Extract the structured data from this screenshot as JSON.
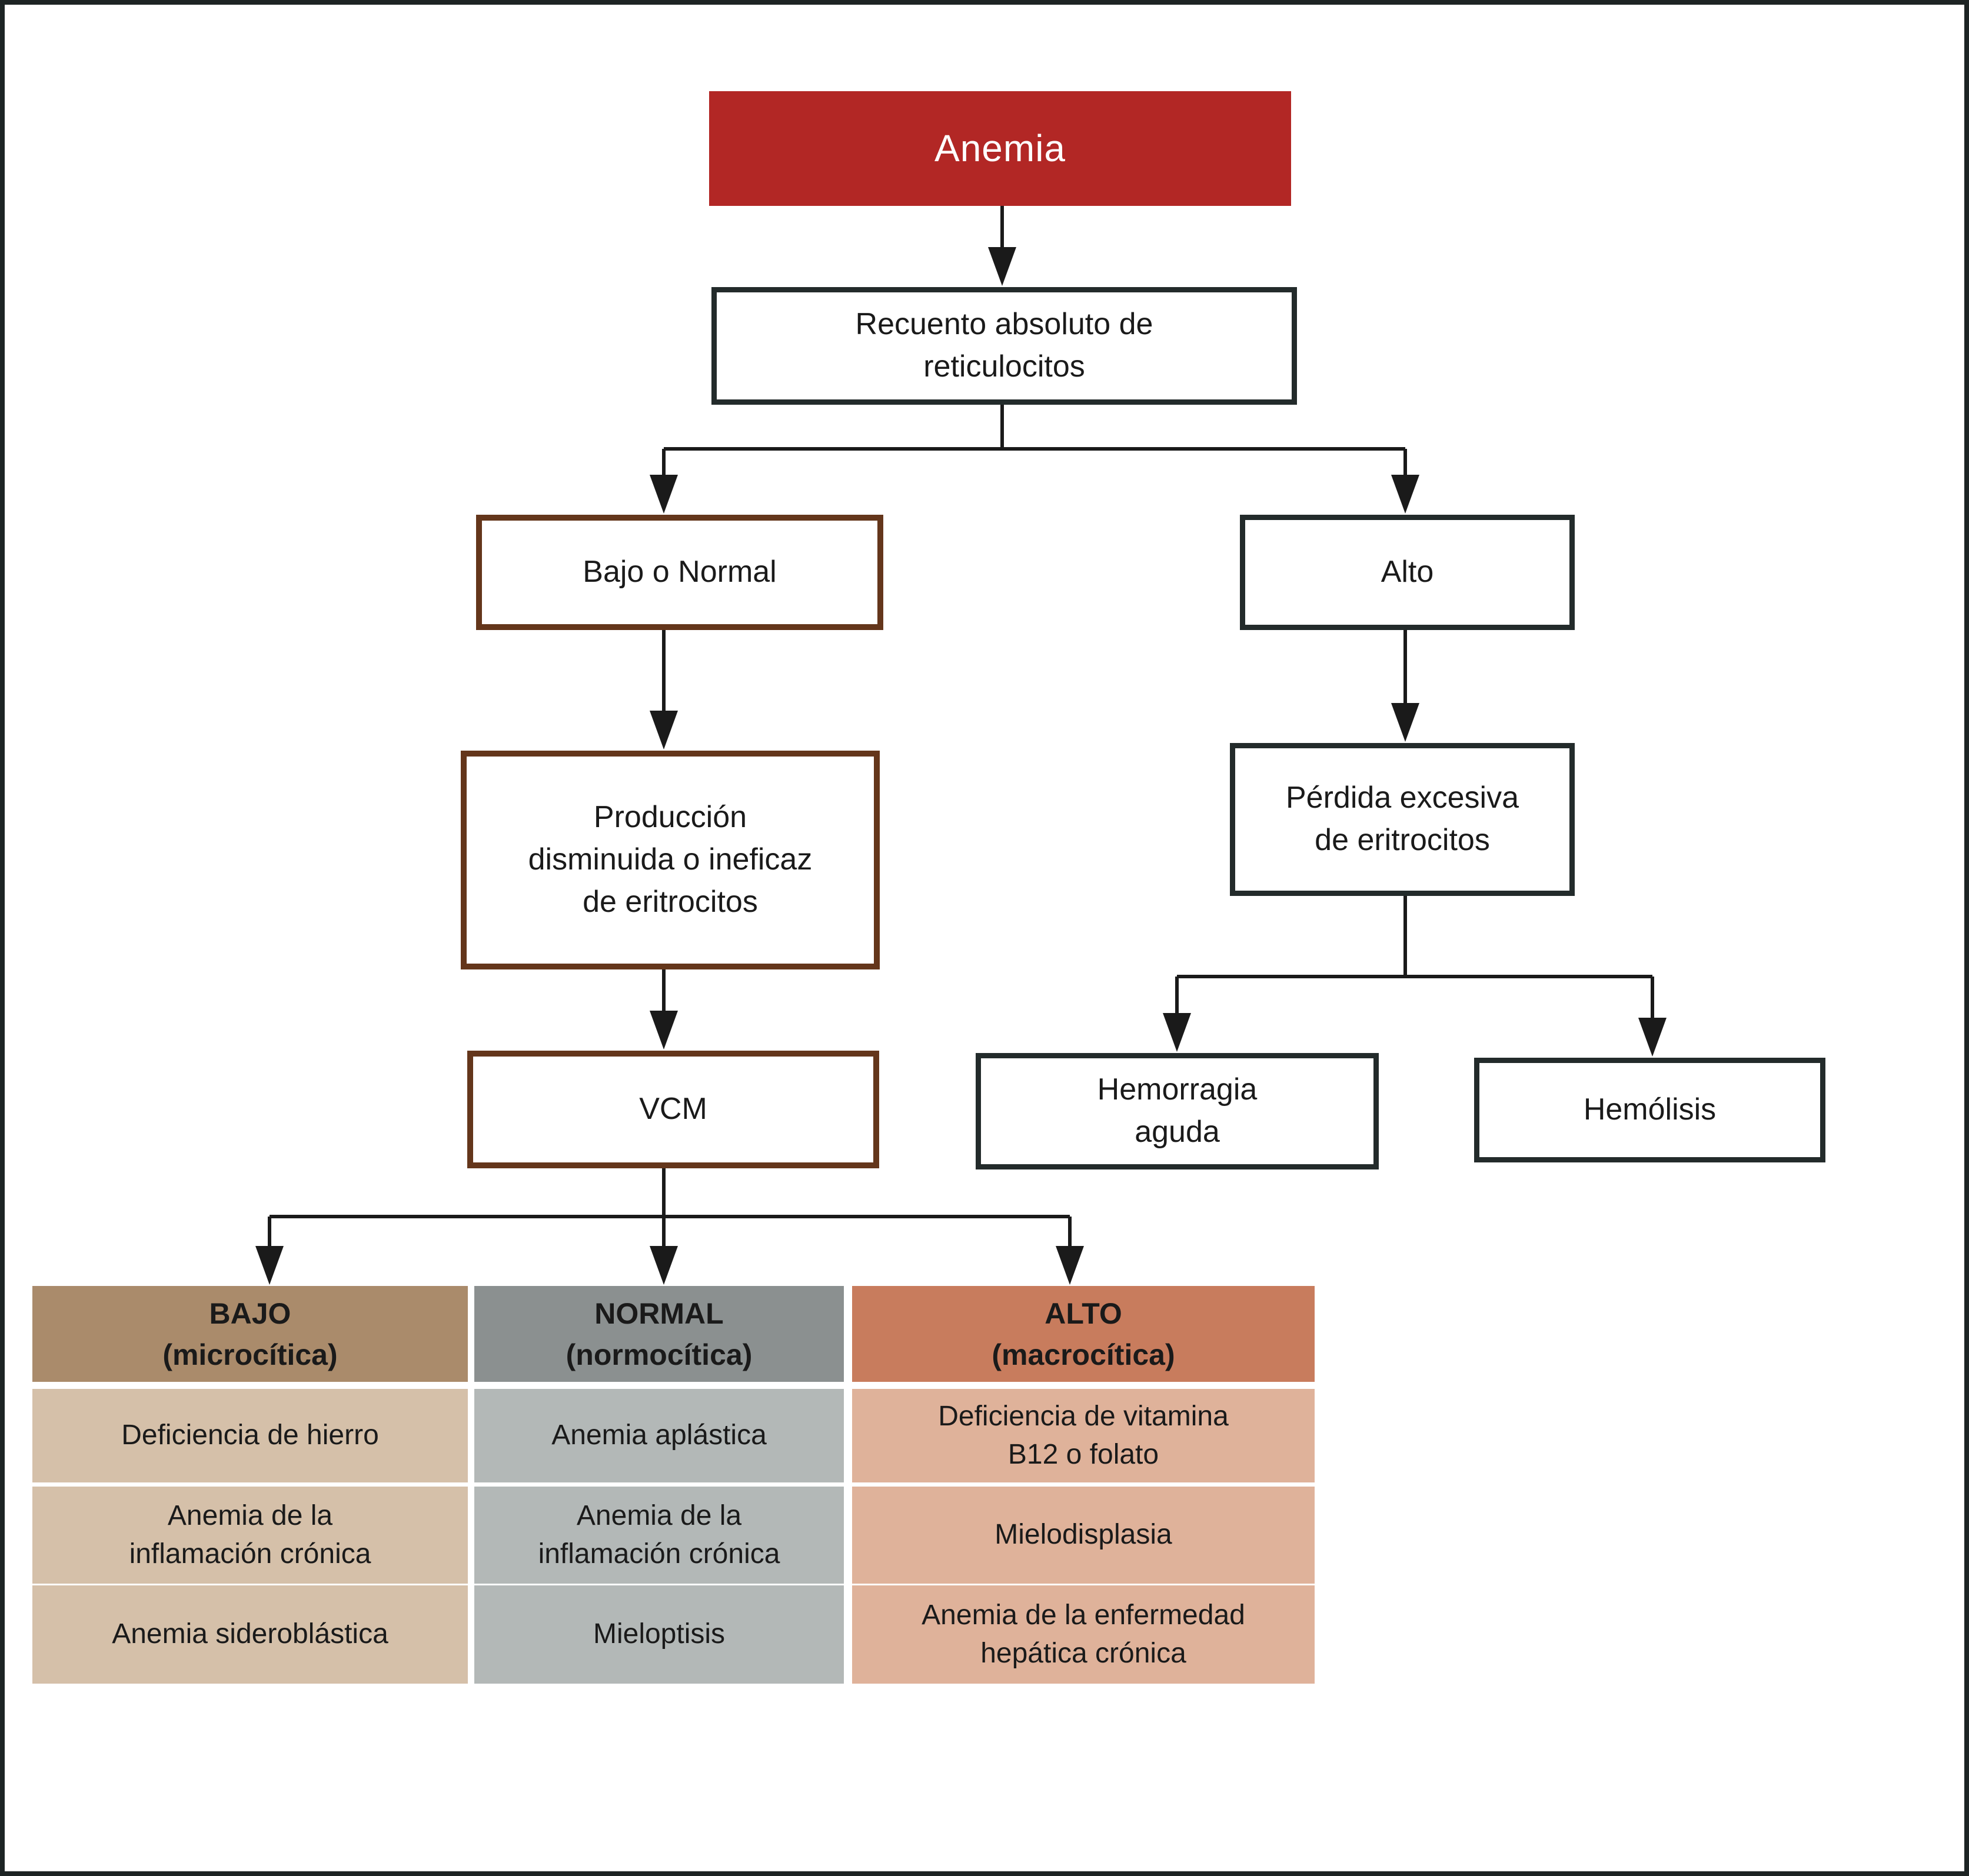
{
  "diagram": {
    "type": "flowchart",
    "title": "Anemia",
    "nodes": {
      "anemia": "Anemia",
      "recuento": "Recuento absoluto de\nreticulocitos",
      "bajo_o_normal": "Bajo o Normal",
      "alto": "Alto",
      "produccion": "Producción\ndisminuida o ineficaz\nde eritrocitos",
      "vcm": "VCM",
      "perdida": "Pérdida excesiva\nde eritrocitos",
      "hemorragia_aguda": "Hemorragia\naguda",
      "hemolisis": "Hemólisis"
    },
    "vcm_table": {
      "columns": [
        {
          "header": "BAJO\n(microcítica)",
          "header_color": "#aa8b6b",
          "cell_color": "#d5c0a9",
          "cells": [
            "Deficiencia de hierro",
            "Anemia de la\ninflamación crónica",
            "Anemia sideroblástica"
          ]
        },
        {
          "header": "NORMAL\n(normocítica)",
          "header_color": "#8b9090",
          "cell_color": "#b3b8b7",
          "cells": [
            "Anemia aplástica",
            "Anemia de la\ninflamación crónica",
            "Mieloptisis"
          ]
        },
        {
          "header": "ALTO\n(macrocítica)",
          "header_color": "#c87c5d",
          "cell_color": "#dfb29a",
          "cells": [
            "Deficiencia de vitamina\nB12 o folato",
            "Mielodisplasia",
            "Anemia de la enfermedad\nhepática crónica"
          ]
        }
      ]
    },
    "colors": {
      "anemia_fill": "#b22725",
      "anemia_text": "#ffffff",
      "dark_border": "#232b2b",
      "brown_border": "#64361b",
      "connector": "#1a1a1a",
      "frame": "#1d2424",
      "background": "#ffffff"
    }
  }
}
